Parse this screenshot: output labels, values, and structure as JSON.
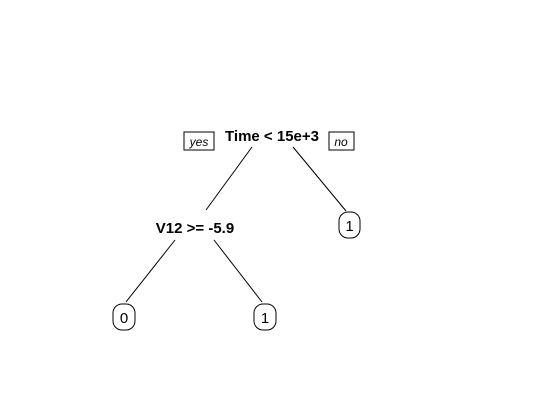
{
  "tree": {
    "root": {
      "label": "Time < 15e+3",
      "yes_label": "yes",
      "no_label": "no"
    },
    "split_v12": {
      "label": "V12 >= -5.9"
    },
    "leaves": {
      "left_left": "0",
      "left_right": "1",
      "right": "1"
    }
  }
}
